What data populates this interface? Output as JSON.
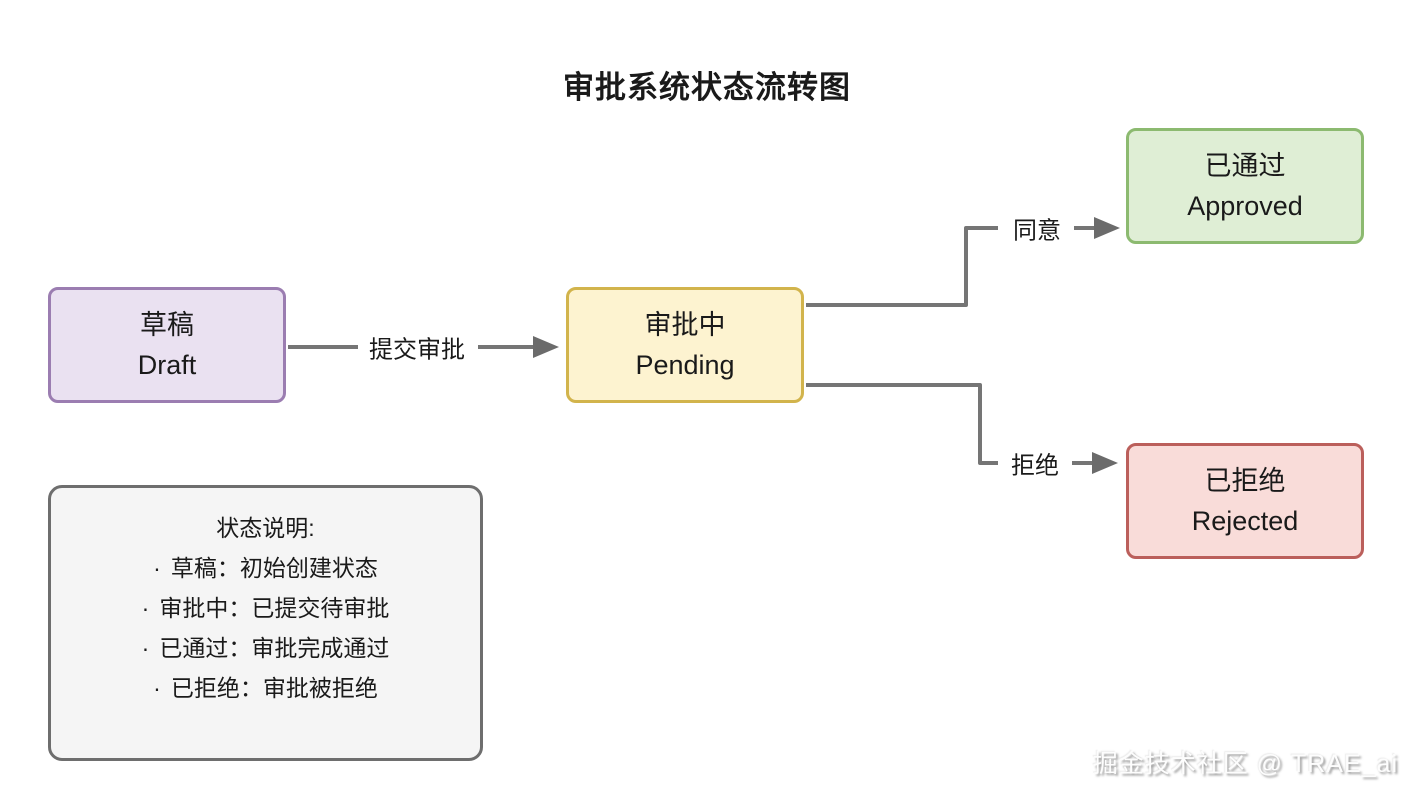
{
  "title": "审批系统状态流转图",
  "nodes": {
    "draft": {
      "label_zh": "草稿",
      "label_en": "Draft",
      "fill": "#eae1f1",
      "border": "#9b7db1"
    },
    "pending": {
      "label_zh": "审批中",
      "label_en": "Pending",
      "fill": "#fdf3d0",
      "border": "#d2b44c"
    },
    "approved": {
      "label_zh": "已通过",
      "label_en": "Approved",
      "fill": "#dfeed5",
      "border": "#8cba70"
    },
    "rejected": {
      "label_zh": "已拒绝",
      "label_en": "Rejected",
      "fill": "#f9dcd9",
      "border": "#bb5f5b"
    }
  },
  "edges": {
    "submit": {
      "from": "draft",
      "to": "pending",
      "label": "提交审批"
    },
    "approve": {
      "from": "pending",
      "to": "approved",
      "label": "同意"
    },
    "reject": {
      "from": "pending",
      "to": "rejected",
      "label": "拒绝"
    }
  },
  "legend": {
    "title": "状态说明:",
    "bullet": "·",
    "items": [
      "草稿：初始创建状态",
      "审批中：已提交待审批",
      "已通过：审批完成通过",
      "已拒绝：审批被拒绝"
    ]
  },
  "watermark": "掘金技术社区 @ TRAE_ai",
  "colors": {
    "line": "#757575",
    "arrowhead": "#6b6b6b",
    "legend_border": "#6e6e6e",
    "legend_fill": "#f5f5f5",
    "background": "#ffffff"
  }
}
